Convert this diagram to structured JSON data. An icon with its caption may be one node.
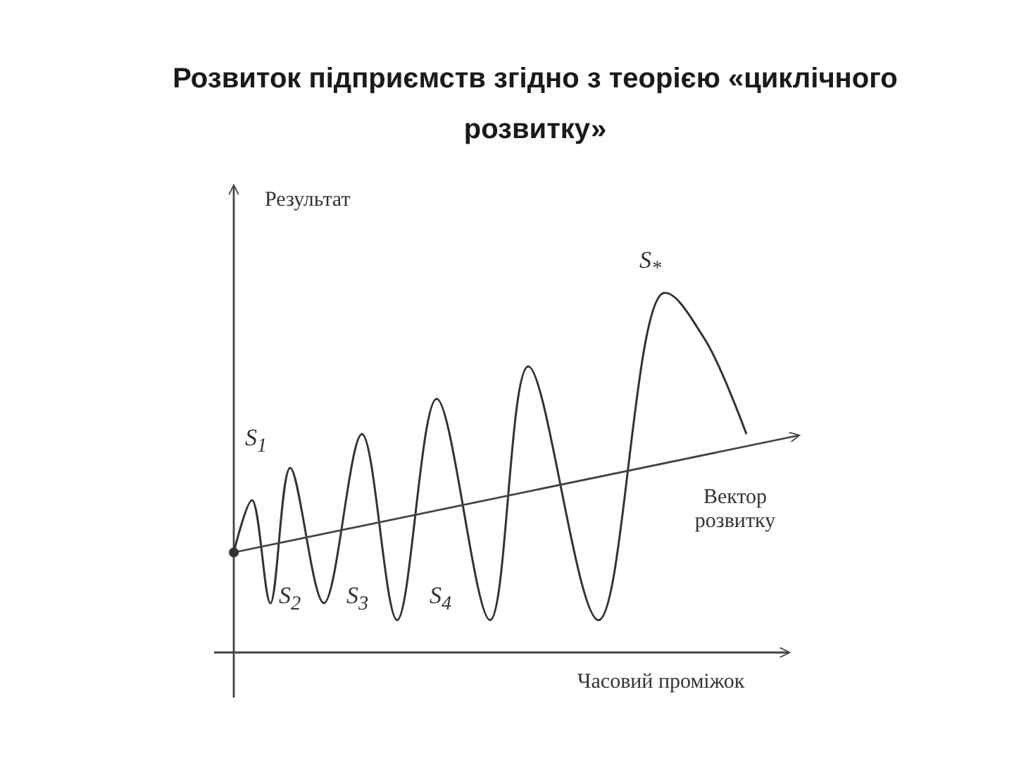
{
  "diagram": {
    "title": "Розвиток підприємств згідно з теорією «циклічного розвитку»",
    "labels": [
      "Результат",
      "S$_{*}$",
      "S$_{1}$",
      "S$_{2}$",
      "S$_{3}$",
      "S$_{4}$",
      "Вектор розвитку",
      "Часовий проміжок"
    ]
  }
}
